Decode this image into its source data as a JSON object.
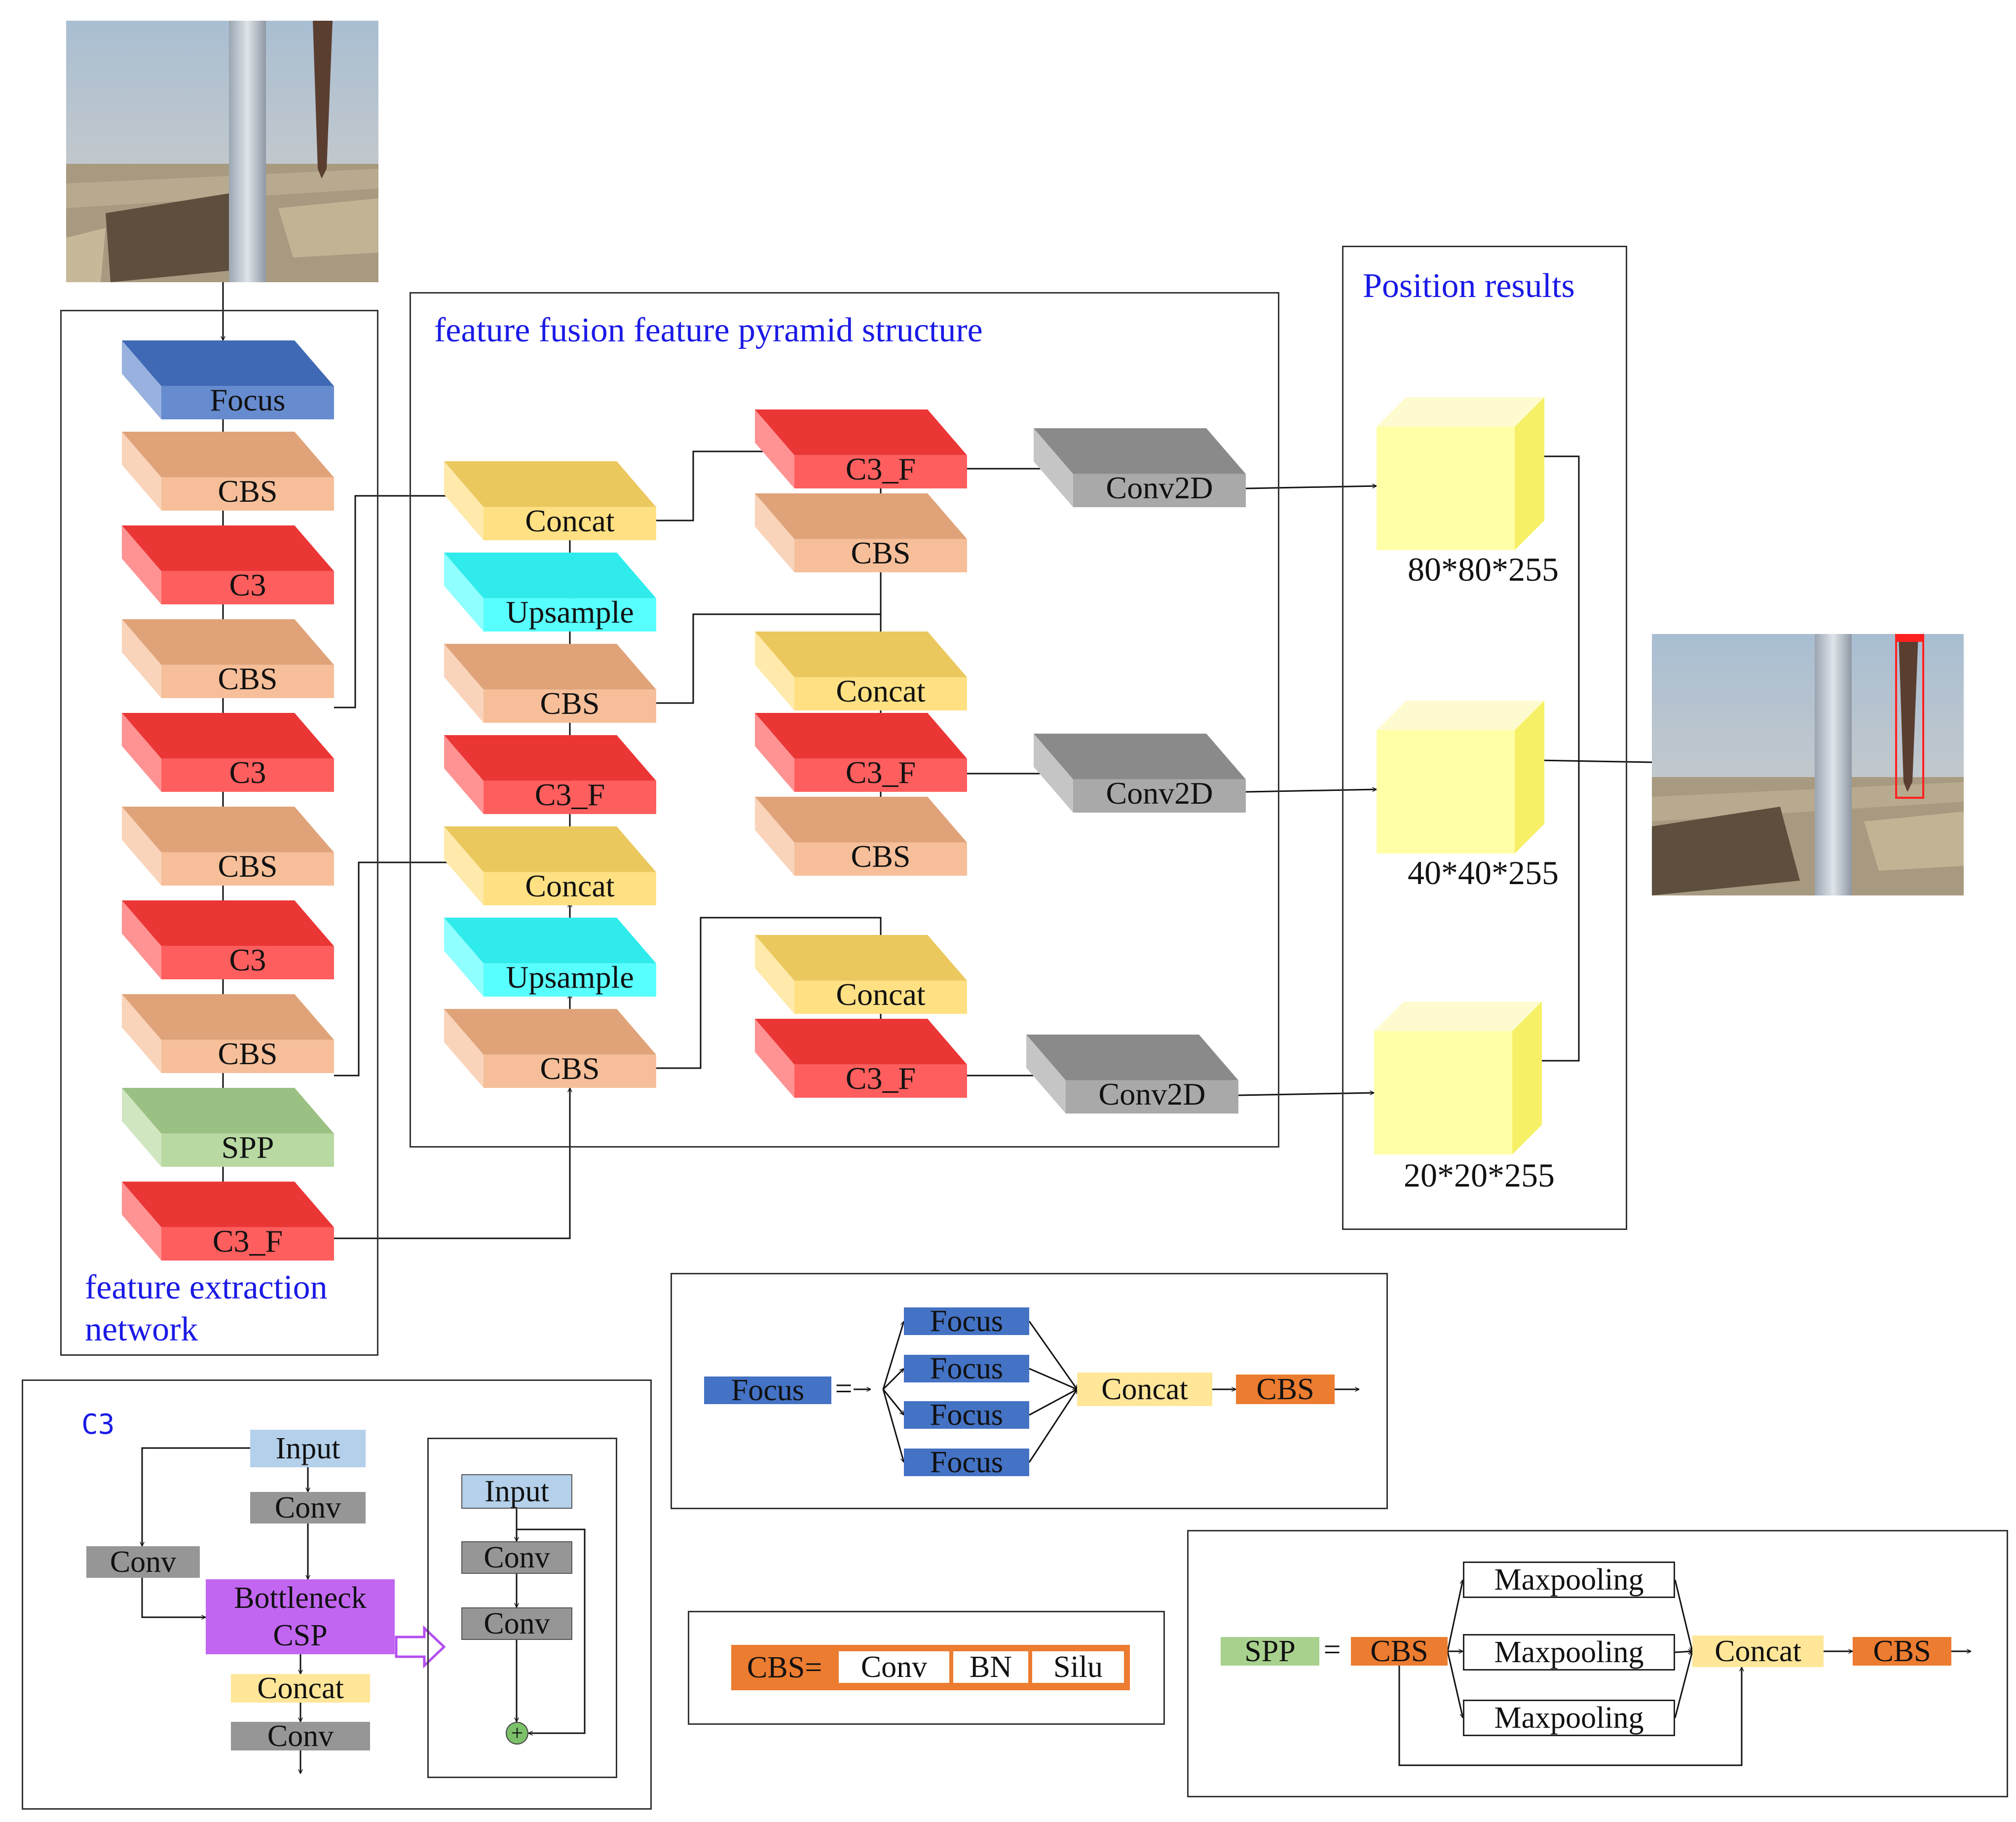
{
  "colors": {
    "focus": "#4472c4",
    "cbs": "#f4b183",
    "c3": "#ff3b3b",
    "concat": "#ffd966",
    "upsample": "#33ffff",
    "spp": "#a9d18e",
    "conv2d": "#969696",
    "result": "#ffffa8",
    "title": "#1a1ae6",
    "input": "#b4d0ea",
    "conv": "#969696",
    "bottleneck": "#c266f2",
    "cbs_flat": "#ec7c30"
  },
  "titles": {
    "fusion": "feature fusion feature pyramid structure",
    "position": "Position results",
    "extraction_line1": "feature extraction",
    "extraction_line2": "network",
    "c3": "C3"
  },
  "backbone": [
    {
      "label": "Focus",
      "type": "focus"
    },
    {
      "label": "CBS",
      "type": "cbs"
    },
    {
      "label": "C3",
      "type": "c3"
    },
    {
      "label": "CBS",
      "type": "cbs"
    },
    {
      "label": "C3",
      "type": "c3"
    },
    {
      "label": "CBS",
      "type": "cbs"
    },
    {
      "label": "C3",
      "type": "c3"
    },
    {
      "label": "CBS",
      "type": "cbs"
    },
    {
      "label": "SPP",
      "type": "spp"
    },
    {
      "label": "C3_F",
      "type": "c3"
    }
  ],
  "neck_left": [
    {
      "label": "Concat",
      "type": "concat"
    },
    {
      "label": "Upsample",
      "type": "upsample"
    },
    {
      "label": "CBS",
      "type": "cbs"
    },
    {
      "label": "C3_F",
      "type": "c3"
    },
    {
      "label": "Concat",
      "type": "concat"
    },
    {
      "label": "Upsample",
      "type": "upsample"
    },
    {
      "label": "CBS",
      "type": "cbs"
    }
  ],
  "neck_right": [
    {
      "label": "C3_F",
      "type": "c3"
    },
    {
      "label": "CBS",
      "type": "cbs"
    },
    {
      "label": "Concat",
      "type": "concat"
    },
    {
      "label": "C3_F",
      "type": "c3"
    },
    {
      "label": "CBS",
      "type": "cbs"
    },
    {
      "label": "Concat",
      "type": "concat"
    },
    {
      "label": "C3_F",
      "type": "c3"
    }
  ],
  "heads": [
    {
      "label": "Conv2D",
      "type": "conv2d"
    },
    {
      "label": "Conv2D",
      "type": "conv2d"
    },
    {
      "label": "Conv2D",
      "type": "conv2d"
    }
  ],
  "outputs": [
    "80*80*255",
    "40*40*255",
    "20*20*255"
  ],
  "focus_detail": {
    "lhs": "Focus",
    "eq": "=",
    "branches": [
      "Focus",
      "Focus",
      "Focus",
      "Focus"
    ],
    "concat": "Concat",
    "cbs": "CBS"
  },
  "c3_detail": {
    "input": "Input",
    "conv_top": "Conv",
    "conv_left": "Conv",
    "bottleneck_line1": "Bottleneck",
    "bottleneck_line2": "CSP",
    "concat": "Concat",
    "conv_bottom": "Conv",
    "inner_input": "Input",
    "inner_conv1": "Conv",
    "inner_conv2": "Conv",
    "plus": "+"
  },
  "cbs_detail": {
    "lhs": "CBS=",
    "parts": [
      "Conv",
      "BN",
      "Silu"
    ]
  },
  "spp_detail": {
    "lhs": "SPP",
    "eq": "=",
    "cbs_in": "CBS",
    "pools": [
      "Maxpooling",
      "Maxpooling",
      "Maxpooling"
    ],
    "concat": "Concat",
    "cbs_out": "CBS"
  }
}
